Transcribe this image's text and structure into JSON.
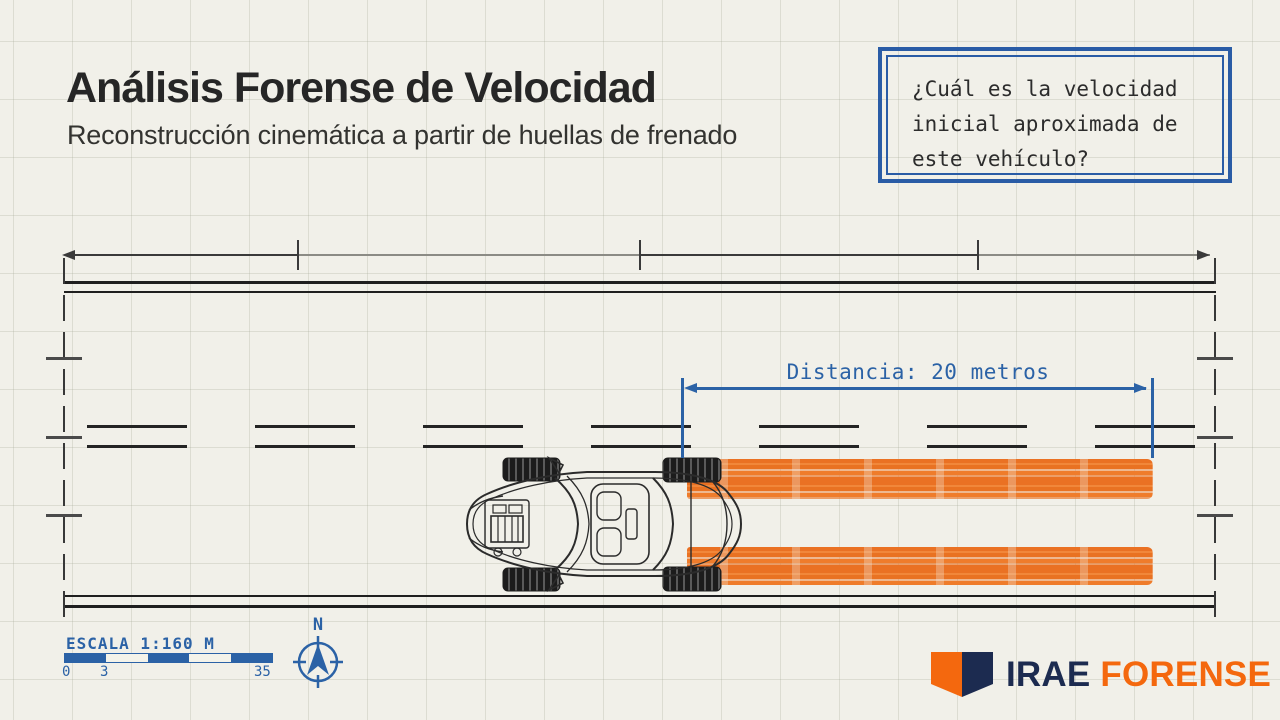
{
  "colors": {
    "paper": "#f1f0e9",
    "ink": "#242424",
    "annotation_blue": "#2b62a6",
    "skid_orange": "#ed7426",
    "logo_navy": "#1c2b50",
    "logo_orange": "#f4680e"
  },
  "header": {
    "title": "Análisis Forense de Velocidad",
    "subtitle": "Reconstrucción cinemática a partir de huellas de frenado"
  },
  "question_box": {
    "lines": [
      "¿Cuál es la velocidad",
      "inicial aproximada de",
      "este vehículo?"
    ]
  },
  "distance_annotation": {
    "label": "Distancia: 20 metros"
  },
  "scale_bar": {
    "label": "ESCALA 1:160 M",
    "tick_labels": [
      "0",
      "3",
      "35"
    ]
  },
  "compass": {
    "north_label": "N"
  },
  "logo": {
    "name_primary": "IRAE",
    "name_secondary": "FORENSE"
  },
  "icons": {
    "compass": "north-arrow-compass-icon",
    "logo_mark": "split-shield-icon",
    "vehicle": "car-top-view-wireframe"
  }
}
